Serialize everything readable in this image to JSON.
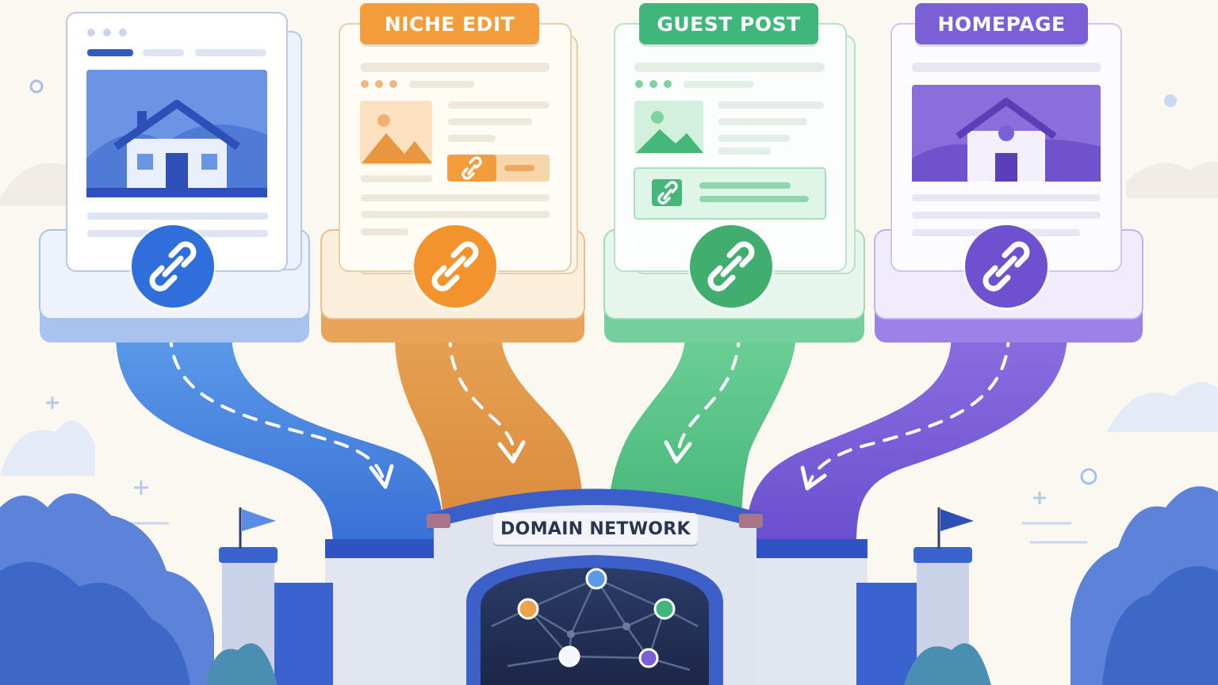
{
  "labels": {
    "niche_edit": "NICHE EDIT",
    "guest_post": "GUEST POST",
    "homepage": "HOMEPAGE",
    "domain_network": "DOMAIN NETWORK"
  },
  "colors": {
    "blue": "#3f7fe0",
    "orange": "#f39c3c",
    "green": "#3fb67a",
    "purple": "#7b5fd6",
    "gate": "#3459c7",
    "background": "#fbf8f1"
  },
  "icons": [
    "link-icon",
    "house-icon",
    "mountain-image-icon",
    "flag-icon",
    "network-graph-icon"
  ]
}
